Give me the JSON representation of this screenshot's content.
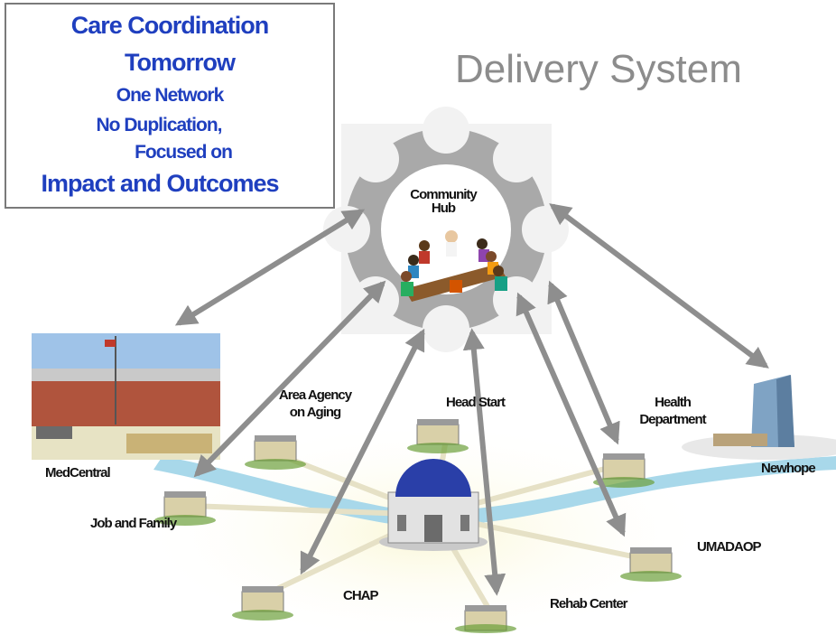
{
  "callout": {
    "line1": "Care Coordination",
    "line2": "Tomorrow",
    "line3": "One Network",
    "line4": "No Duplication,",
    "line5": "Focused on",
    "line6": "Impact and Outcomes"
  },
  "title": "Delivery System",
  "hub": {
    "label_line1": "Community",
    "label_line2": "Hub"
  },
  "nodes": {
    "medcentral": "MedCentral",
    "job_family": "Job and Family",
    "area_agency_line1": "Area Agency",
    "area_agency_line2": "on Aging",
    "head_start": "Head Start",
    "health_line1": "Health",
    "health_line2": "Department",
    "newhope": "Newhope",
    "umadaop": "UMADAOP",
    "chap": "CHAP",
    "rehab": "Rehab Center"
  },
  "colors": {
    "callout_text": "#1f3fbf",
    "title_text": "#8c8c8c",
    "arrow": "#8e8e8e",
    "gear": "#a9a9a9",
    "dome": "#2a3fa8",
    "river": "#a8d8ea",
    "ground": "#f3f0c8"
  }
}
